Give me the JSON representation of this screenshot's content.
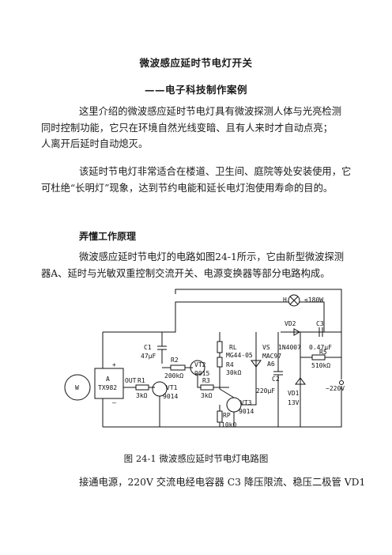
{
  "title": "微波感应延时节电灯开关",
  "subtitle": "——电子科技制作案例",
  "paragraphs": [
    {
      "lines": [
        "这里介绍的微波感应延时节电灯具有微波探测人体与光亮检测",
        "同时控制功能，它只在环境自然光线变暗、且有人来时才自动点亮；",
        "人离开后延时自动熄灭。"
      ]
    },
    {
      "lines": [
        "该延时节电灯非常适合在楼道、卫生间、庭院等处安装使用，它",
        "可杜绝“长明灯”现象，达到节约电能和延长电灯泡使用寿命的目的。"
      ]
    }
  ],
  "section_heading": "弄懂工作原理",
  "paragraph3": {
    "lines": [
      "微波感应延时节电灯的电路如图24-1所示，它由新型微波探测",
      "器A、延时与光敏双重控制交流开关、电源变换器等部分电路构成。"
    ]
  },
  "figure_caption": "图 24-1  微波感应延时节电灯电路图",
  "paragraph4": "接通电源，220V 交流电经电容器 C3 降压限流、稳压二极管 VD1",
  "circuit_labels": {
    "H": "H",
    "lamp": "≤180W",
    "VD2": "VD2",
    "VD2_val": "1N4007",
    "C3": "C3",
    "C3_val": "0.47μF",
    "R5": "R5",
    "R5_val": "510kΩ",
    "ac": "~220V",
    "C1": "C1",
    "C1_val": "47μF",
    "R2": "R2",
    "R2_val": "200kΩ",
    "VT2": "VT2",
    "VT2_val": "9015",
    "RL": "RL",
    "RL_val": "MG44-05",
    "R4": "R4",
    "R4_val": "30kΩ",
    "VS": "VS",
    "VS_val": "MAC97",
    "VS_val2": "A6",
    "C2": "C2",
    "C2_val": "220μF",
    "VD1": "VD1",
    "VD1_val": "13V",
    "W": "W",
    "A": "A",
    "A_val": "TX982",
    "OUT": "OUT",
    "R1": "R1",
    "R1_val": "3kΩ",
    "VT1": "VT1",
    "VT1_val": "9014",
    "R3": "R3",
    "R3_val": "3kΩ",
    "VT3": "VT3",
    "VT3_val": "9014",
    "RP": "RP",
    "RP_val": "10kΩ",
    "plus": "+",
    "minus": "—"
  }
}
